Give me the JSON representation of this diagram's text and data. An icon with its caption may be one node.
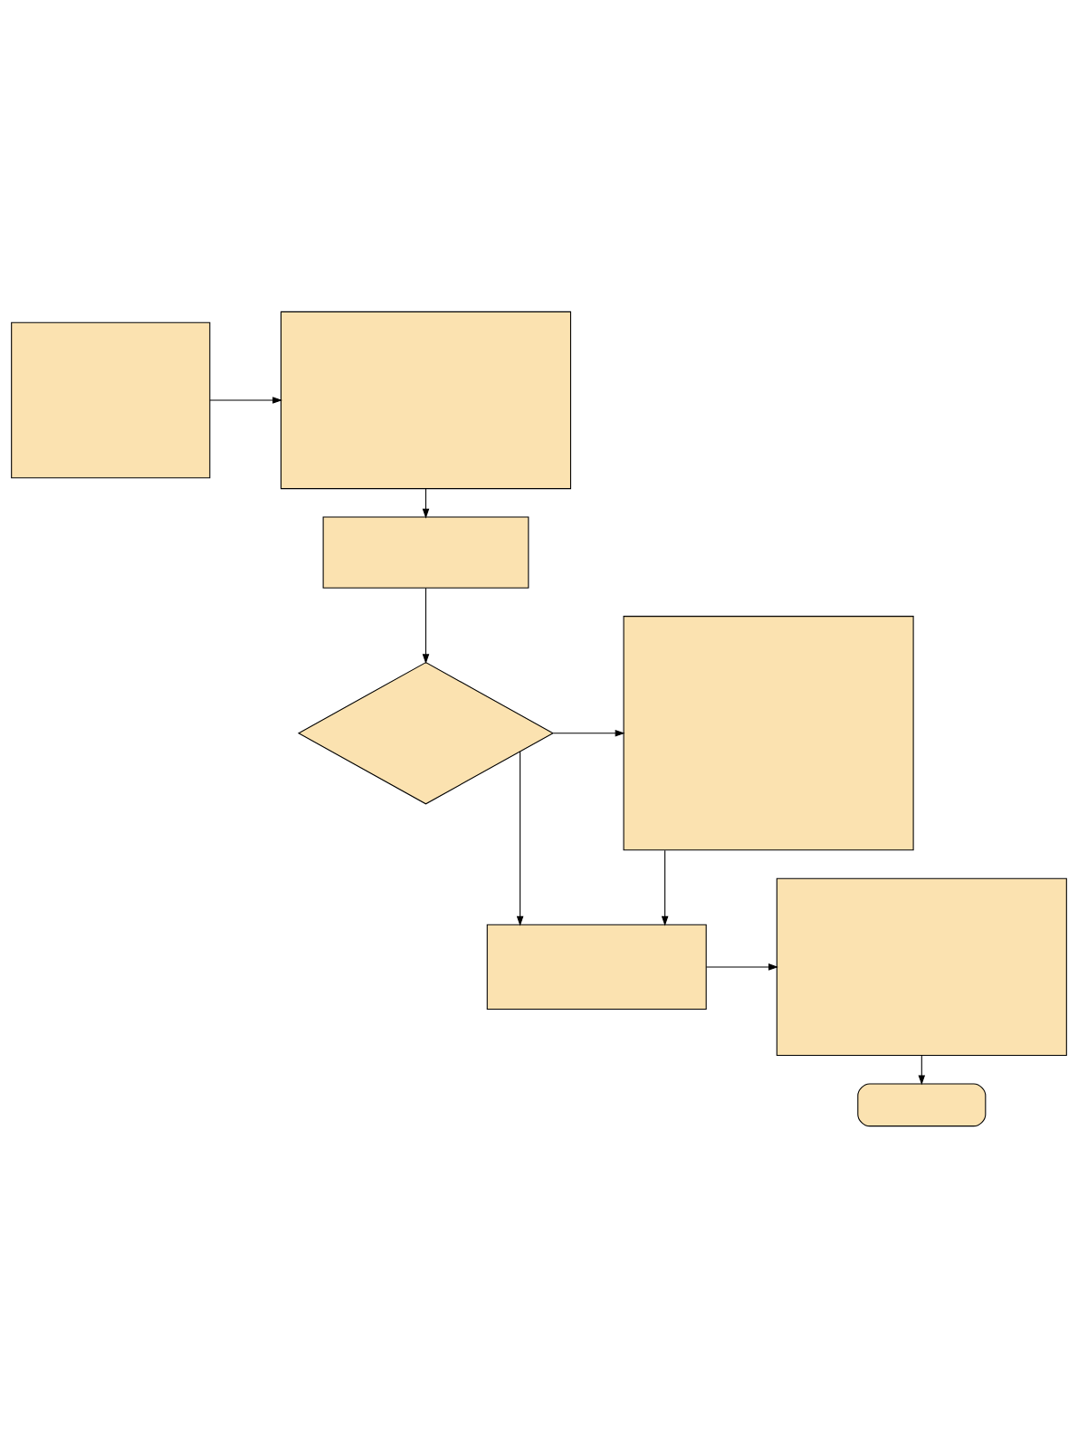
{
  "diagram": {
    "nodes": [
      {
        "text": [],
        "shape": "box"
      },
      {
        "text": [],
        "shape": "box"
      },
      {
        "text": [],
        "shape": "box"
      },
      {
        "text": [],
        "shape": "diamond"
      },
      {
        "text": [],
        "shape": "box"
      },
      {
        "text": [],
        "shape": "box"
      },
      {
        "text": [],
        "shape": "box"
      },
      {
        "text": [],
        "shape": "stadium"
      }
    ],
    "edges": [
      {
        "from": 0,
        "to": 1,
        "arrow": "to"
      },
      {
        "from": 1,
        "to": 2,
        "arrow": "to"
      },
      {
        "from": 2,
        "to": 3,
        "arrow": "to"
      },
      {
        "from": 3,
        "to": 4,
        "arrow": "to"
      },
      {
        "from": 3,
        "to": 5,
        "arrow": "to"
      },
      {
        "from": 4,
        "to": 5,
        "arrow": "to"
      },
      {
        "from": 5,
        "to": 6,
        "arrow": "to"
      },
      {
        "from": 6,
        "to": 7,
        "arrow": "to"
      }
    ]
  }
}
